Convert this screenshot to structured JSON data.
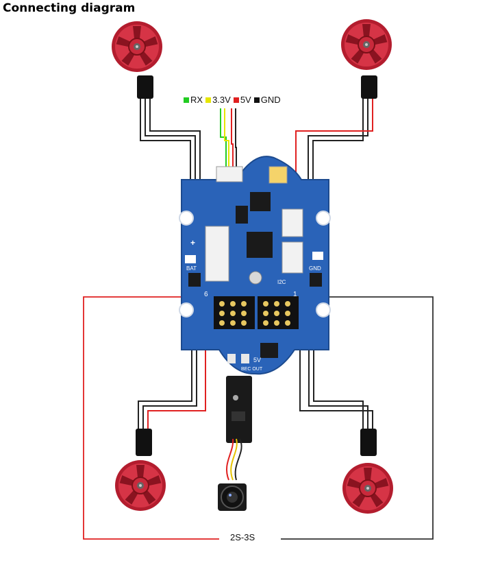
{
  "title": "Connecting diagram",
  "legend": [
    {
      "label": "RX",
      "color": "#22cc22"
    },
    {
      "label": "3.3V",
      "color": "#e6e600"
    },
    {
      "label": "5V",
      "color": "#e02020"
    },
    {
      "label": "GND",
      "color": "#111111"
    }
  ],
  "board": {
    "bat_label": "BAT",
    "gnd_label": "GND",
    "i2c_label": "I2C",
    "plus_label": "+",
    "motor_first": "1",
    "motor_last": "6",
    "bec_label": "BEC OUT",
    "v5_label": "5V"
  },
  "battery_label": "2S-3S",
  "colors": {
    "board": "#2a63b8",
    "motor": "#c8283a",
    "wire_red": "#e02020",
    "wire_black": "#222222"
  }
}
